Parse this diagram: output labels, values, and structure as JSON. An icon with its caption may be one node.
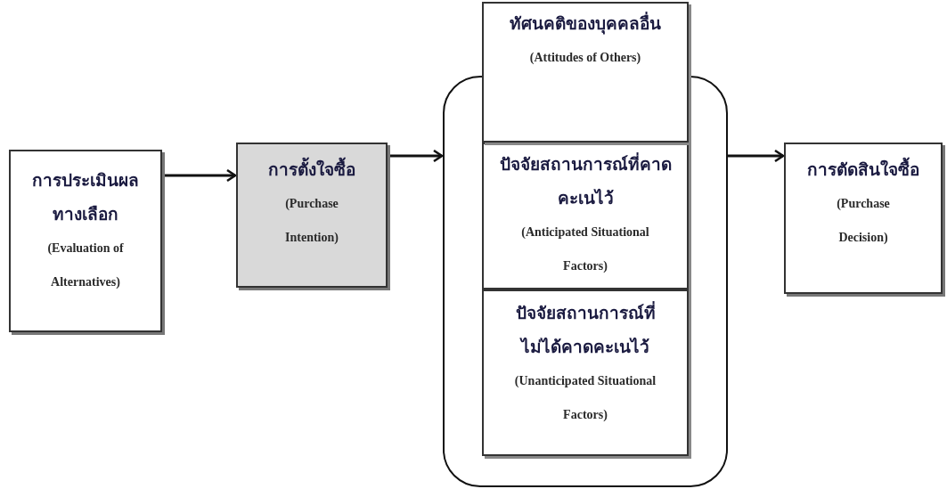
{
  "diagram": {
    "nodes": [
      {
        "text": [
          "การประเมินผลทางเลือก",
          "(Evaluation of Alternatives)"
        ]
      },
      {
        "text": [
          "การตั้งใจซื้อ",
          "(Purchase Intention)"
        ]
      },
      {
        "text": [],
        "shape": "box"
      },
      {
        "text": [
          "ทัศนคติของบุคคลอื่น",
          "(Attitudes of Others)"
        ]
      },
      {
        "text": [
          "ปัจจัยสถานการณ์ที่คาดคะเนไว้",
          "(Anticipated Situational Factors)"
        ],
        "in": 2
      },
      {
        "text": [
          "ปัจจัยสถานการณ์ที่ไม่ได้คาดคะเนไว้",
          "(Unanticipated Situational Factors)"
        ],
        "in": 2
      },
      {
        "text": [
          "การตัดสินใจซื้อ",
          "(Purchase Decision)"
        ]
      }
    ],
    "edges": [
      {
        "from": 0,
        "to": 1,
        "arrow": "to"
      },
      {
        "from": 1,
        "to": 2,
        "arrow": "to"
      },
      {
        "from": 2,
        "to": 6,
        "arrow": "to"
      }
    ]
  }
}
